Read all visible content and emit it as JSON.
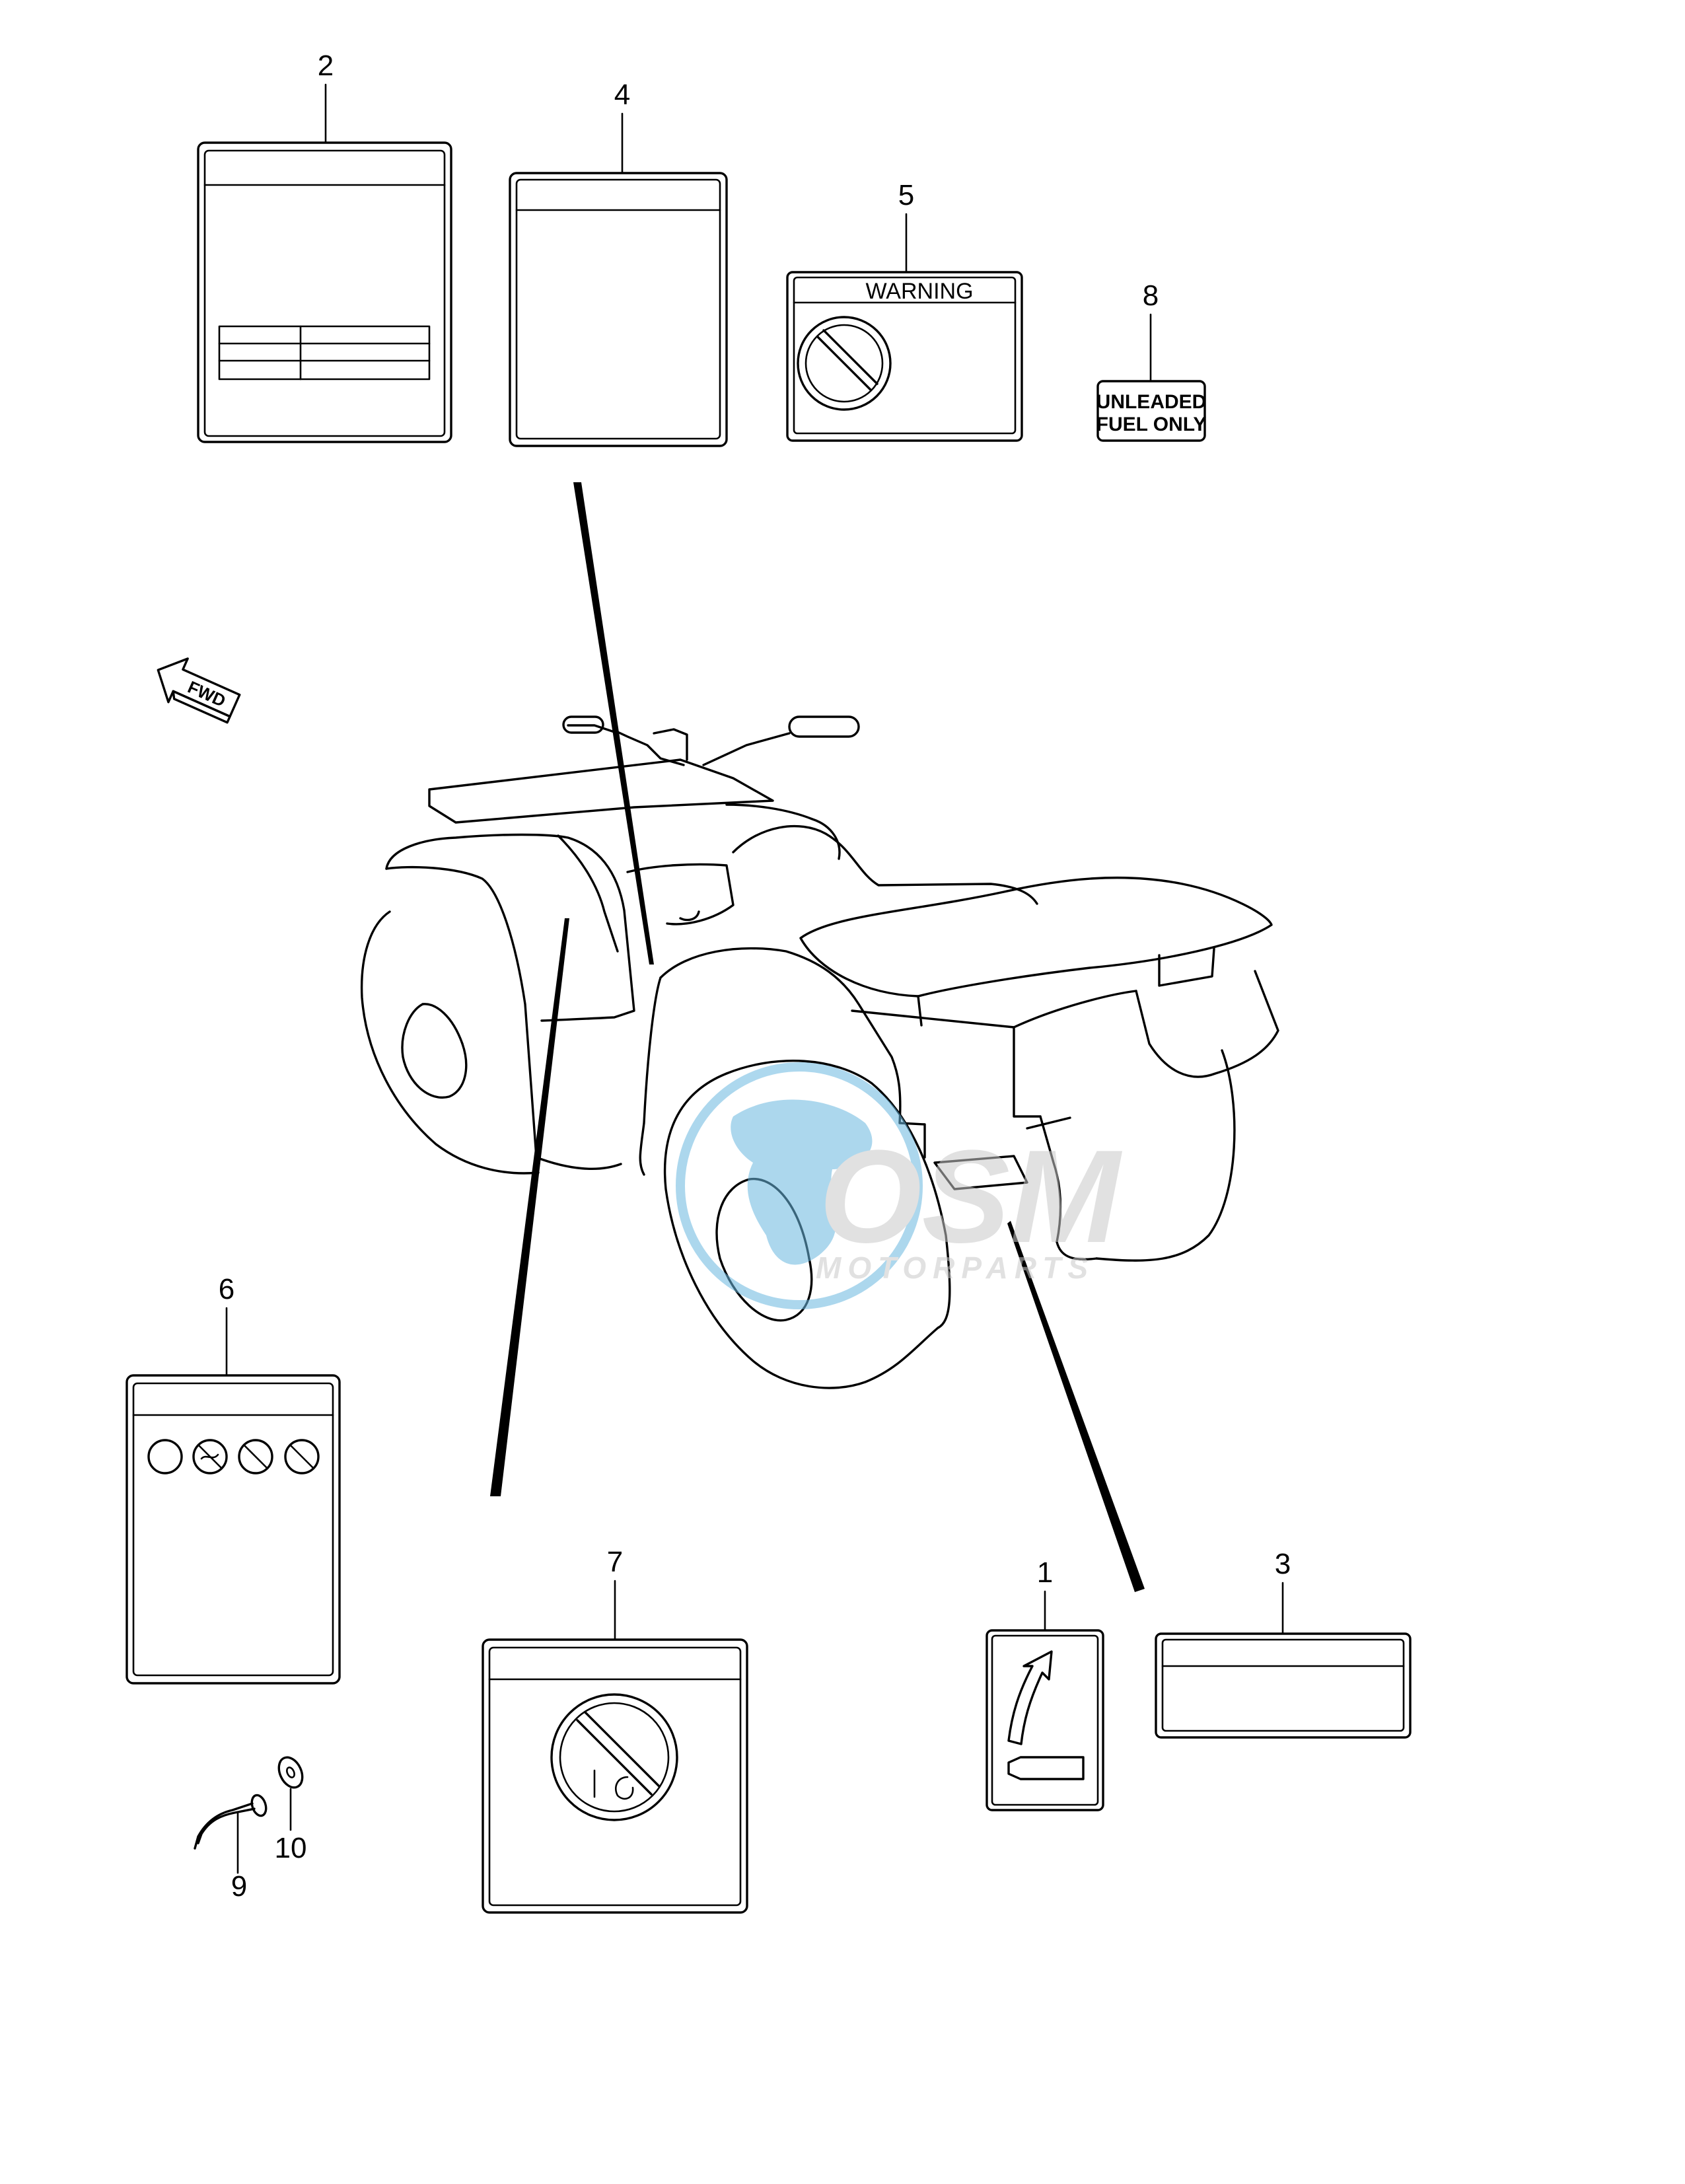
{
  "callouts": {
    "c1": "1",
    "c2": "2",
    "c3": "3",
    "c4": "4",
    "c5": "5",
    "c6": "6",
    "c7": "7",
    "c8": "8",
    "c9": "9",
    "c10": "10"
  },
  "labels": {
    "warning_text": "WARNING",
    "unleaded_line1": "UNLEADED",
    "unleaded_line2": "FUEL ONLY",
    "fwd_text": "FWD"
  },
  "watermark": {
    "brand": "OSM",
    "subtitle": "MOTORPARTS",
    "globe_color": "#6ab8e0",
    "text_color": "#c9c9c9"
  }
}
